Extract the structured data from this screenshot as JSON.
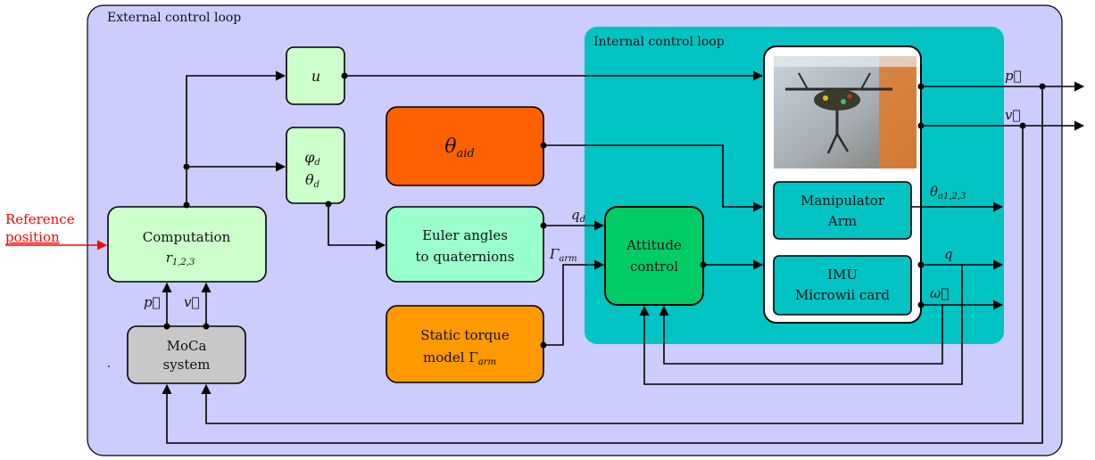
{
  "external_loop": {
    "label": "External control loop",
    "fill": "#ccccff"
  },
  "internal_loop": {
    "label": "Internal control loop",
    "fill": "#00c4c4"
  },
  "reference": {
    "line1": "Reference",
    "line2": "position",
    "color": "#ff0000"
  },
  "blocks": {
    "computation": {
      "line1": "Computation",
      "math": "r",
      "sub": "1,2,3",
      "fill": "#ccffcc"
    },
    "u": {
      "math": "u",
      "fill": "#ccffcc"
    },
    "angles": {
      "phi": "φ",
      "theta": "θ",
      "sub": "d",
      "fill": "#ccffcc"
    },
    "theta_aid": {
      "math": "θ",
      "sub": "aid",
      "fill": "#ff6000"
    },
    "euler": {
      "line1": "Euler angles",
      "line2": "to quaternions",
      "fill": "#99ffcc"
    },
    "static_torque": {
      "line1": "Static torque",
      "line2": "model Γ",
      "sub": "arm",
      "fill": "#ff9900"
    },
    "moca": {
      "line1": "MoCa",
      "line2": "system",
      "fill": "#c8c8c8"
    },
    "attitude": {
      "line1": "Attitude",
      "line2": "control",
      "fill": "#00cc66"
    },
    "manipulator": {
      "line1": "Manipulator",
      "line2": "Arm",
      "fill": "#00c4c4"
    },
    "imu": {
      "line1": "IMU",
      "line2": "Microwii card",
      "fill": "#00c4c4"
    }
  },
  "signals": {
    "p": "p⃗",
    "v": "v⃗",
    "omega": "ω⃗",
    "q": "q",
    "qd": {
      "math": "q",
      "sub": "d"
    },
    "gamma_arm": {
      "math": "Γ",
      "sub": "arm"
    },
    "theta_a": {
      "math": "θ",
      "sub": "a1,2,3"
    }
  },
  "icons": [
    "drone-photo",
    "arrowhead"
  ]
}
